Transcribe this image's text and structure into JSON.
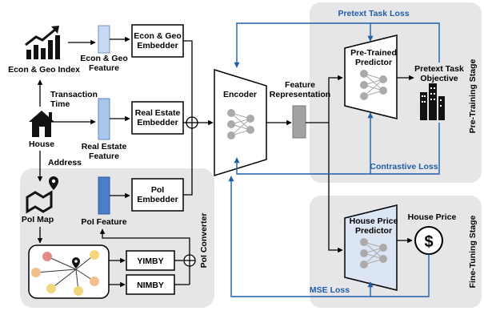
{
  "inputs": {
    "econ_index": "Econ & Geo Index",
    "transaction_time": "Transaction Time",
    "house": "House",
    "address": "Address",
    "poi_map": "PoI Map"
  },
  "features": {
    "econ_feature": "Econ & Geo Feature",
    "real_estate_feature": "Real Estate Feature",
    "poi_feature": "PoI Feature"
  },
  "embedders": {
    "econ": "Econ & Geo Embedder",
    "real_estate": "Real Estate Embedder",
    "poi": "PoI Embedder"
  },
  "poi_converter": {
    "title": "PoI Converter",
    "yimby": "YIMBY",
    "nimby": "NIMBY"
  },
  "encoder": "Encoder",
  "feature_representation": "Feature Representation",
  "pretraining": {
    "stage": "Pre-Training Stage",
    "predictor": "Pre-Trained Predictor",
    "objective": "Pretext Task Objective",
    "pretext_loss": "Pretext Task Loss",
    "contrastive_loss": "Contrastive Loss"
  },
  "finetuning": {
    "stage": "Fine-Tuning Stage",
    "predictor": "House Price Predictor",
    "house_price": "House Price",
    "mse_loss": "MSE Loss"
  },
  "colors": {
    "stage_bg": "#e6e6e9",
    "loss_blue": "#1f5fa8",
    "feature_light": "#aac6ea",
    "feature_dark": "#4a7fc6",
    "predictor_fill": "#dbe5f3"
  }
}
